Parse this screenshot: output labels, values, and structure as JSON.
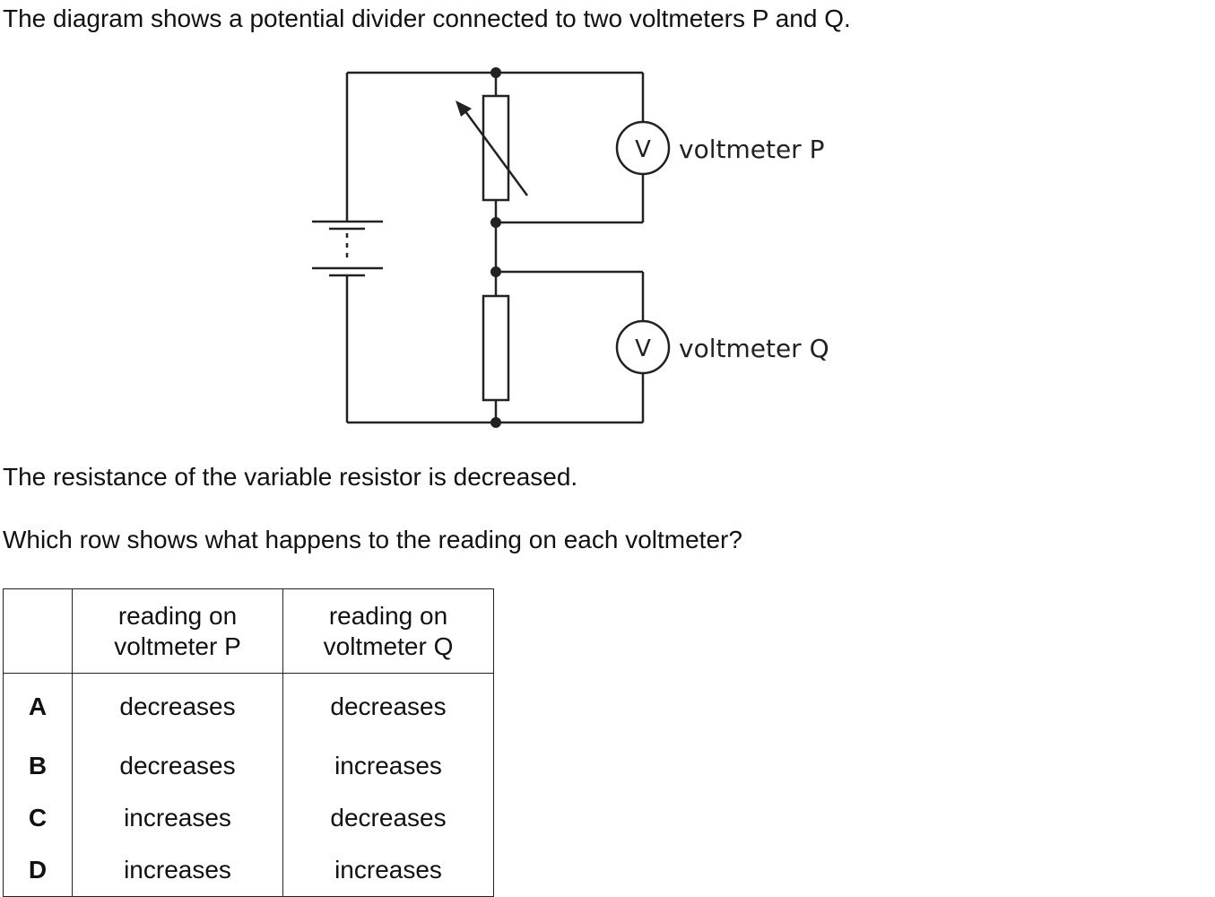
{
  "intro": "The diagram shows a potential divider connected to two voltmeters P and Q.",
  "diagram": {
    "meter_symbol": "V",
    "meter_p_label": "voltmeter P",
    "meter_q_label": "voltmeter Q"
  },
  "statement": "The resistance of the variable resistor is decreased.",
  "question": "Which row shows what happens to the reading on each voltmeter?",
  "table": {
    "header": [
      "",
      "reading on voltmeter P",
      "reading on voltmeter Q"
    ],
    "header_lines": {
      "p": [
        "reading on",
        "voltmeter P"
      ],
      "q": [
        "reading on",
        "voltmeter Q"
      ]
    },
    "rows": [
      {
        "letter": "A",
        "p": "decreases",
        "q": "decreases"
      },
      {
        "letter": "B",
        "p": "decreases",
        "q": "increases"
      },
      {
        "letter": "C",
        "p": "increases",
        "q": "decreases"
      },
      {
        "letter": "D",
        "p": "increases",
        "q": "increases"
      }
    ]
  }
}
